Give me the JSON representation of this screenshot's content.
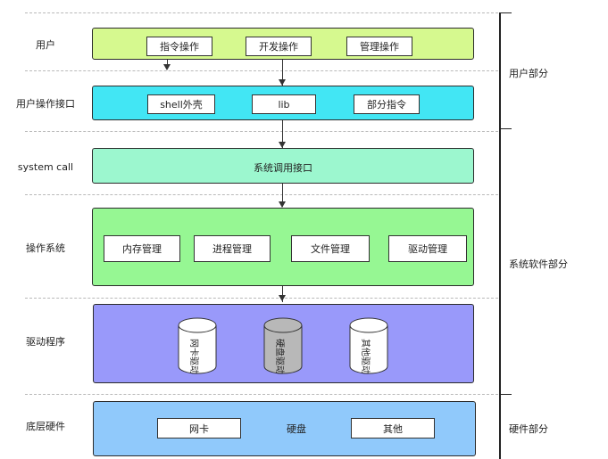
{
  "layers": {
    "user": "用户",
    "user_interface": "用户操作接口",
    "system_call": "system call",
    "os": "操作系统",
    "driver": "驱动程序",
    "hardware": "底层硬件"
  },
  "user_ops": [
    "指令操作",
    "开发操作",
    "管理操作"
  ],
  "interface_items": [
    "shell外壳",
    "lib",
    "部分指令"
  ],
  "syscall_box": "系统调用接口",
  "os_items": [
    "内存管理",
    "进程管理",
    "文件管理",
    "驱动管理"
  ],
  "drivers": [
    "网卡驱动",
    "硬盘驱动",
    "其他驱动"
  ],
  "hardware_items": [
    "网卡",
    "硬盘",
    "其他"
  ],
  "groups": {
    "user_part": "用户部分",
    "system_software": "系统软件部分",
    "hardware_part": "硬件部分"
  },
  "colors": {
    "user_band": "#d6f98f",
    "interface_band": "#42e6f4",
    "syscall_band": "#9cf7cf",
    "os_band": "#96f793",
    "driver_band": "#9999fa",
    "hardware_band": "#90c9fb"
  }
}
